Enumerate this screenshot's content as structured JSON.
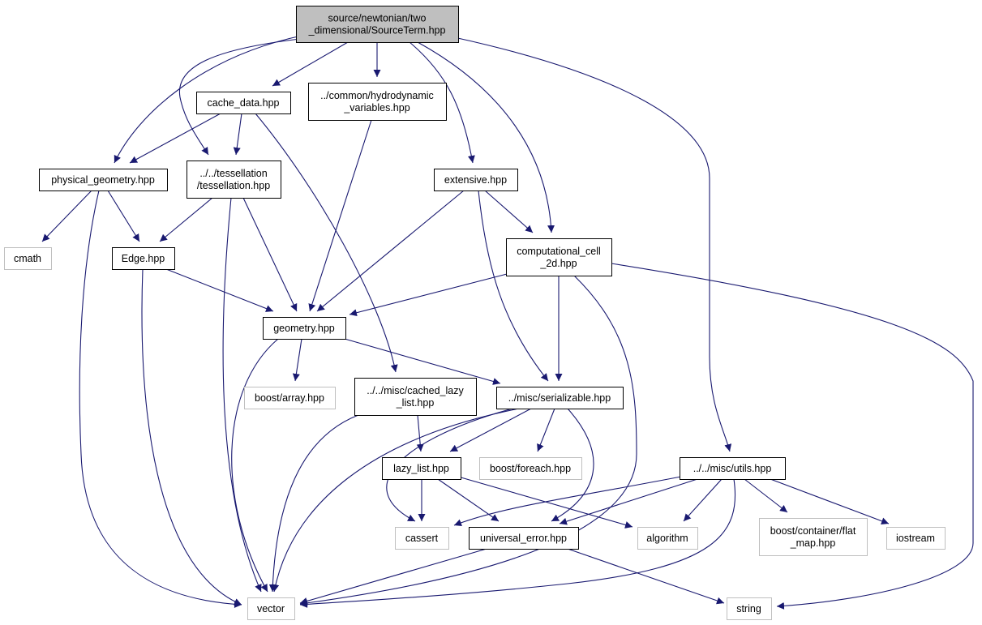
{
  "diagram": {
    "type": "include-dependency-graph",
    "colors": {
      "edge": "#191970",
      "node_border": "#000000",
      "system_border": "#bfbfbf",
      "root_fill": "#bfbfbf",
      "node_fill": "#ffffff"
    },
    "nodes": [
      {
        "id": "root",
        "lines": [
          "source/newtonian/two",
          "_dimensional/SourceTerm.hpp"
        ],
        "kind": "root"
      },
      {
        "id": "cache",
        "lines": [
          "cache_data.hpp"
        ],
        "kind": "local"
      },
      {
        "id": "hydro",
        "lines": [
          "../common/hydrodynamic",
          "_variables.hpp"
        ],
        "kind": "local"
      },
      {
        "id": "physgeo",
        "lines": [
          "physical_geometry.hpp"
        ],
        "kind": "local"
      },
      {
        "id": "tess",
        "lines": [
          "../../tessellation",
          "/tessellation.hpp"
        ],
        "kind": "local"
      },
      {
        "id": "extensive",
        "lines": [
          "extensive.hpp"
        ],
        "kind": "local"
      },
      {
        "id": "cmath",
        "lines": [
          "cmath"
        ],
        "kind": "system"
      },
      {
        "id": "edge",
        "lines": [
          "Edge.hpp"
        ],
        "kind": "local"
      },
      {
        "id": "compcell",
        "lines": [
          "computational_cell",
          "_2d.hpp"
        ],
        "kind": "local"
      },
      {
        "id": "geometry",
        "lines": [
          "geometry.hpp"
        ],
        "kind": "local"
      },
      {
        "id": "boostarray",
        "lines": [
          "boost/array.hpp"
        ],
        "kind": "system"
      },
      {
        "id": "cachedlazy",
        "lines": [
          "../../misc/cached_lazy",
          "_list.hpp"
        ],
        "kind": "local"
      },
      {
        "id": "serial",
        "lines": [
          "../misc/serializable.hpp"
        ],
        "kind": "local"
      },
      {
        "id": "lazylist",
        "lines": [
          "lazy_list.hpp"
        ],
        "kind": "local"
      },
      {
        "id": "boostforeach",
        "lines": [
          "boost/foreach.hpp"
        ],
        "kind": "system"
      },
      {
        "id": "utils",
        "lines": [
          "../../misc/utils.hpp"
        ],
        "kind": "local"
      },
      {
        "id": "cassert",
        "lines": [
          "cassert"
        ],
        "kind": "system"
      },
      {
        "id": "univerr",
        "lines": [
          "universal_error.hpp"
        ],
        "kind": "local"
      },
      {
        "id": "algorithm",
        "lines": [
          "algorithm"
        ],
        "kind": "system"
      },
      {
        "id": "flatmap",
        "lines": [
          "boost/container/flat",
          "_map.hpp"
        ],
        "kind": "system"
      },
      {
        "id": "iostream",
        "lines": [
          "iostream"
        ],
        "kind": "system"
      },
      {
        "id": "vector",
        "lines": [
          "vector"
        ],
        "kind": "system"
      },
      {
        "id": "string",
        "lines": [
          "string"
        ],
        "kind": "system"
      }
    ],
    "edges": [
      [
        "root",
        "cache"
      ],
      [
        "root",
        "hydro"
      ],
      [
        "root",
        "physgeo"
      ],
      [
        "root",
        "tess"
      ],
      [
        "root",
        "extensive"
      ],
      [
        "root",
        "compcell"
      ],
      [
        "root",
        "utils"
      ],
      [
        "cache",
        "physgeo"
      ],
      [
        "cache",
        "tess"
      ],
      [
        "cache",
        "cachedlazy"
      ],
      [
        "hydro",
        "geometry"
      ],
      [
        "physgeo",
        "cmath"
      ],
      [
        "physgeo",
        "edge"
      ],
      [
        "physgeo",
        "vector"
      ],
      [
        "tess",
        "edge"
      ],
      [
        "tess",
        "geometry"
      ],
      [
        "tess",
        "vector"
      ],
      [
        "extensive",
        "compcell"
      ],
      [
        "extensive",
        "geometry"
      ],
      [
        "extensive",
        "serial"
      ],
      [
        "edge",
        "geometry"
      ],
      [
        "edge",
        "vector"
      ],
      [
        "compcell",
        "geometry"
      ],
      [
        "compcell",
        "serial"
      ],
      [
        "compcell",
        "vector"
      ],
      [
        "compcell",
        "string"
      ],
      [
        "geometry",
        "boostarray"
      ],
      [
        "geometry",
        "serial"
      ],
      [
        "geometry",
        "vector"
      ],
      [
        "cachedlazy",
        "lazylist"
      ],
      [
        "cachedlazy",
        "vector"
      ],
      [
        "serial",
        "lazylist"
      ],
      [
        "serial",
        "boostforeach"
      ],
      [
        "serial",
        "cassert"
      ],
      [
        "serial",
        "univerr"
      ],
      [
        "serial",
        "vector"
      ],
      [
        "lazylist",
        "cassert"
      ],
      [
        "lazylist",
        "univerr"
      ],
      [
        "lazylist",
        "algorithm"
      ],
      [
        "utils",
        "cassert"
      ],
      [
        "utils",
        "univerr"
      ],
      [
        "utils",
        "algorithm"
      ],
      [
        "utils",
        "flatmap"
      ],
      [
        "utils",
        "iostream"
      ],
      [
        "utils",
        "vector"
      ],
      [
        "univerr",
        "vector"
      ],
      [
        "univerr",
        "string"
      ]
    ]
  }
}
